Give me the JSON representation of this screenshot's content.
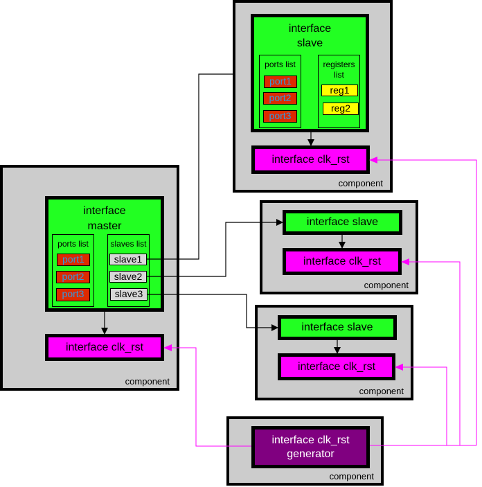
{
  "component_label": "component",
  "top_slave": {
    "interface_title_line1": "interface",
    "interface_title_line2": "slave",
    "ports_list_title": "ports list",
    "ports": [
      "port1",
      "port2",
      "port3"
    ],
    "registers_list_title_line1": "registers",
    "registers_list_title_line2": "list",
    "registers": [
      "reg1",
      "reg2"
    ],
    "clk_rst_label": "interface clk_rst"
  },
  "master": {
    "interface_title_line1": "interface",
    "interface_title_line2": "master",
    "ports_list_title": "ports list",
    "ports": [
      "port1",
      "port2",
      "port3"
    ],
    "slaves_list_title": "slaves list",
    "slaves": [
      "slave1",
      "slave2",
      "slave3"
    ],
    "clk_rst_label": "interface clk_rst"
  },
  "slave2": {
    "interface_label": "interface slave",
    "clk_rst_label": "interface clk_rst"
  },
  "slave3": {
    "interface_label": "interface slave",
    "clk_rst_label": "interface clk_rst"
  },
  "generator": {
    "label_line1": "interface clk_rst",
    "label_line2": "generator"
  },
  "colors": {
    "component_bg": "#cccccc",
    "interface_green": "#22ff22",
    "clk_rst_magenta": "#ff00ff",
    "generator_purple": "#800080",
    "port_red": "#dd2a00",
    "port_text": "#3399dd",
    "register_yellow": "#ffff00",
    "slave_entry_gray": "#d8d8d8",
    "data_wire": "#000000",
    "clock_wire": "#ff00ff"
  }
}
